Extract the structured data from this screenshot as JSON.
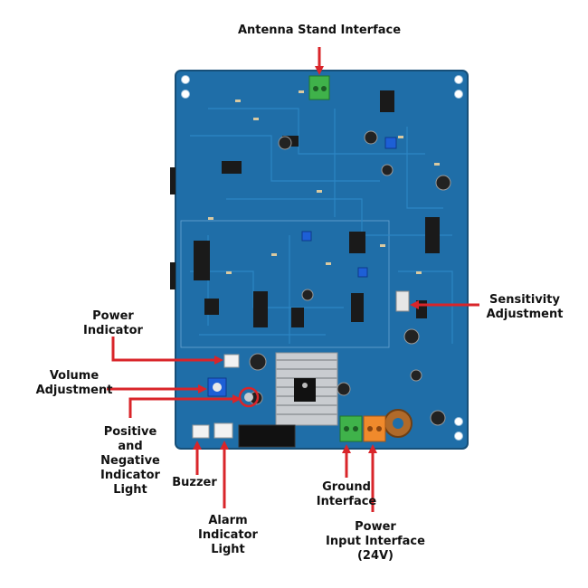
{
  "labels": {
    "antenna_stand": "Antenna Stand Interface",
    "sensitivity_line1": "Sensitivity",
    "sensitivity_line2": "Adjustment",
    "power_indicator_line1": "Power",
    "power_indicator_line2": "Indicator",
    "volume_line1": "Volume",
    "volume_line2": "Adjustment",
    "pn_line1": "Positive",
    "pn_line2": "and",
    "pn_line3": "Negative",
    "pn_line4": "Indicator",
    "pn_line5": "Light",
    "buzzer": "Buzzer",
    "alarm_line1": "Alarm",
    "alarm_line2": "Indicator",
    "alarm_line3": "Light",
    "ground_line1": "Ground",
    "ground_line2": "Interface",
    "power_input_line1": "Power",
    "power_input_line2": "Input Interface",
    "power_input_line3": "(24V)"
  },
  "colors": {
    "board": "#1f6ea8",
    "board_dark": "#17557f",
    "trace": "#2c86c4",
    "arrow": "#d9252a",
    "terminal_green": "#3fb24a",
    "terminal_orange": "#f08a2c",
    "heatsink": "#c9ccd0",
    "chip": "#1a1a1a",
    "pot_blue": "#1d5fd6",
    "coil": "#b06a2a"
  }
}
